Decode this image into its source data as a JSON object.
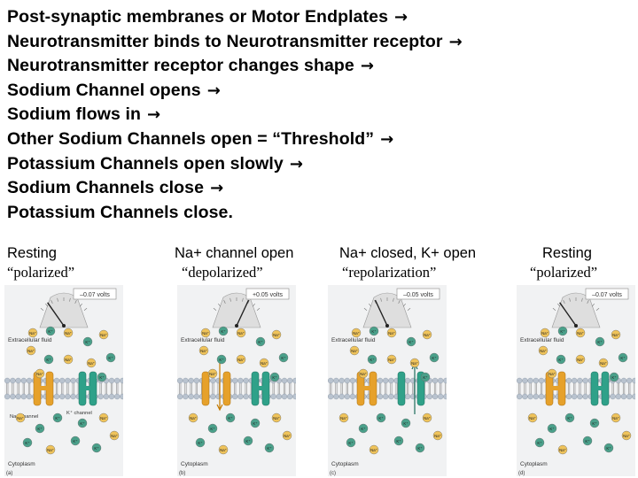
{
  "steps": [
    {
      "text": "Post-synaptic membranes or Motor Endplates",
      "arrow": true
    },
    {
      "text": "Neurotransmitter binds to Neurotransmitter receptor",
      "arrow": true
    },
    {
      "text": "Neurotransmitter receptor changes shape",
      "arrow": true
    },
    {
      "text": "Sodium Channel opens",
      "arrow": true
    },
    {
      "text": "Sodium flows in",
      "arrow": true
    },
    {
      "text": "Other Sodium Channels open = “Threshold”",
      "arrow": true
    },
    {
      "text": "Potassium Channels open slowly",
      "arrow": true
    },
    {
      "text": "Sodium Channels close",
      "arrow": true
    },
    {
      "text": "Potassium Channels close.",
      "arrow": false
    }
  ],
  "arrow_glyph": "→",
  "panels": [
    {
      "line1": "Resting",
      "line2": "“polarized”",
      "voltage": "–0.07 volts",
      "needle": -0.07,
      "extracellular": "Extracellular fluid",
      "cytoplasm": "Cytoplasm",
      "letter": "(a)",
      "na_channel": "Na⁺ channel",
      "k_channel": "K⁺ channel",
      "na_open": false,
      "k_open": false
    },
    {
      "line1": "Na+ channel open",
      "line2": "“depolarized”",
      "voltage": "+0.05 volts",
      "needle": 0.05,
      "extracellular": "Extracellular fluid",
      "cytoplasm": "Cytoplasm",
      "letter": "(b)",
      "na_open": true,
      "k_open": false
    },
    {
      "line1": "Na+ closed, K+ open",
      "line2": "“repolarization”",
      "voltage": "–0.05 volts",
      "needle": -0.05,
      "extracellular": "Extracellular fluid",
      "cytoplasm": "Cytoplasm",
      "letter": "(c)",
      "na_open": false,
      "k_open": true
    },
    {
      "line1": "Resting",
      "line2": "“polarized”",
      "voltage": "–0.07 volts",
      "needle": -0.07,
      "extracellular": "Extracellular fluid",
      "cytoplasm": "Cytoplasm",
      "letter": "(d)",
      "na_open": false,
      "k_open": false
    }
  ],
  "ions": {
    "na": "Na⁺",
    "k": "K⁺"
  },
  "colors": {
    "membrane_head": "#b9c3cf",
    "na_channel": "#e6a12b",
    "k_channel": "#2fa189",
    "na_ion": "#efc35a",
    "k_ion": "#4aa08a",
    "fluid": "#f1f2f3",
    "dial": "#dedede"
  }
}
